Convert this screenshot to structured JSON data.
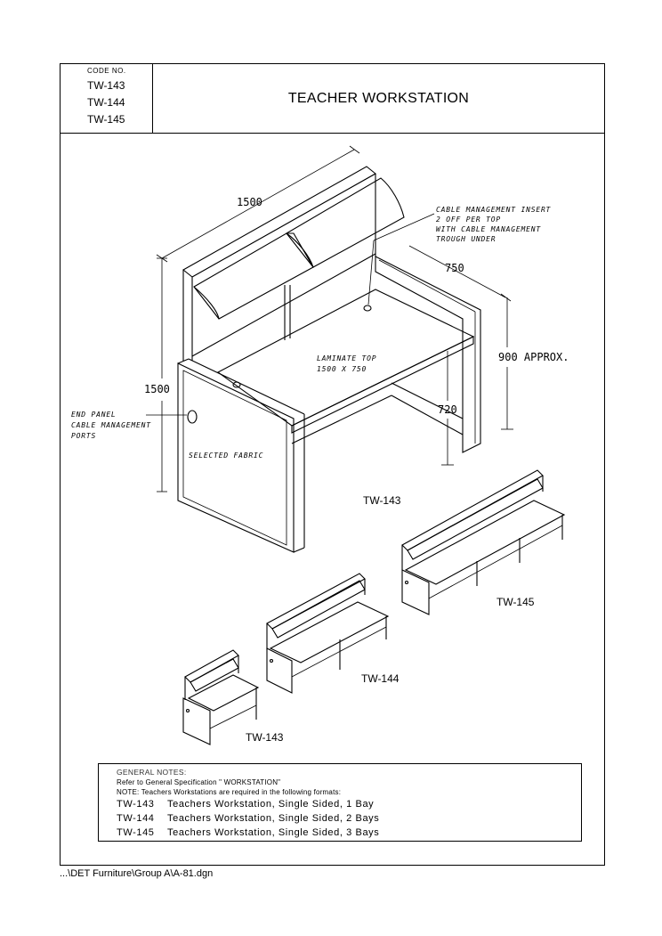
{
  "title_block": {
    "code_label": "CODE NO.",
    "codes": [
      "TW-143",
      "TW-144",
      "TW-145"
    ],
    "title": "TEACHER  WORKSTATION"
  },
  "drawing": {
    "dim_width": "1500",
    "dim_depth": "750",
    "dim_height_left": "1500",
    "dim_height_right": "900  APPROX.",
    "dim_desk": "720",
    "callout_cable": [
      "CABLE  MANAGEMENT  INSERT",
      "2  OFF  PER  TOP",
      "WITH  CABLE  MANAGEMENT",
      "TROUGH  UNDER"
    ],
    "callout_top": [
      "LAMINATE  TOP",
      "1500  X  750"
    ],
    "callout_endpanel": [
      "END  PANEL",
      "CABLE  MANAGEMENT",
      "PORTS"
    ],
    "callout_fabric": "SELECTED  FABRIC",
    "model_labels": {
      "main": "TW-143",
      "small143": "TW-143",
      "small144": "TW-144",
      "small145": "TW-145"
    }
  },
  "notes": {
    "heading": "GENERAL  NOTES:",
    "ref": "Refer to General Specification \" WORKSTATION\"",
    "note": "NOTE: Teachers Workstations are required in the following formats:",
    "rows": [
      {
        "code": "TW-143",
        "desc": "Teachers  Workstation,  Single  Sided,  1 Bay"
      },
      {
        "code": "TW-144",
        "desc": "Teachers  Workstation,  Single  Sided,  2  Bays"
      },
      {
        "code": "TW-145",
        "desc": "Teachers  Workstation,  Single  Sided,  3  Bays"
      }
    ]
  },
  "footer_path": "...\\DET Furniture\\Group A\\A-81.dgn"
}
